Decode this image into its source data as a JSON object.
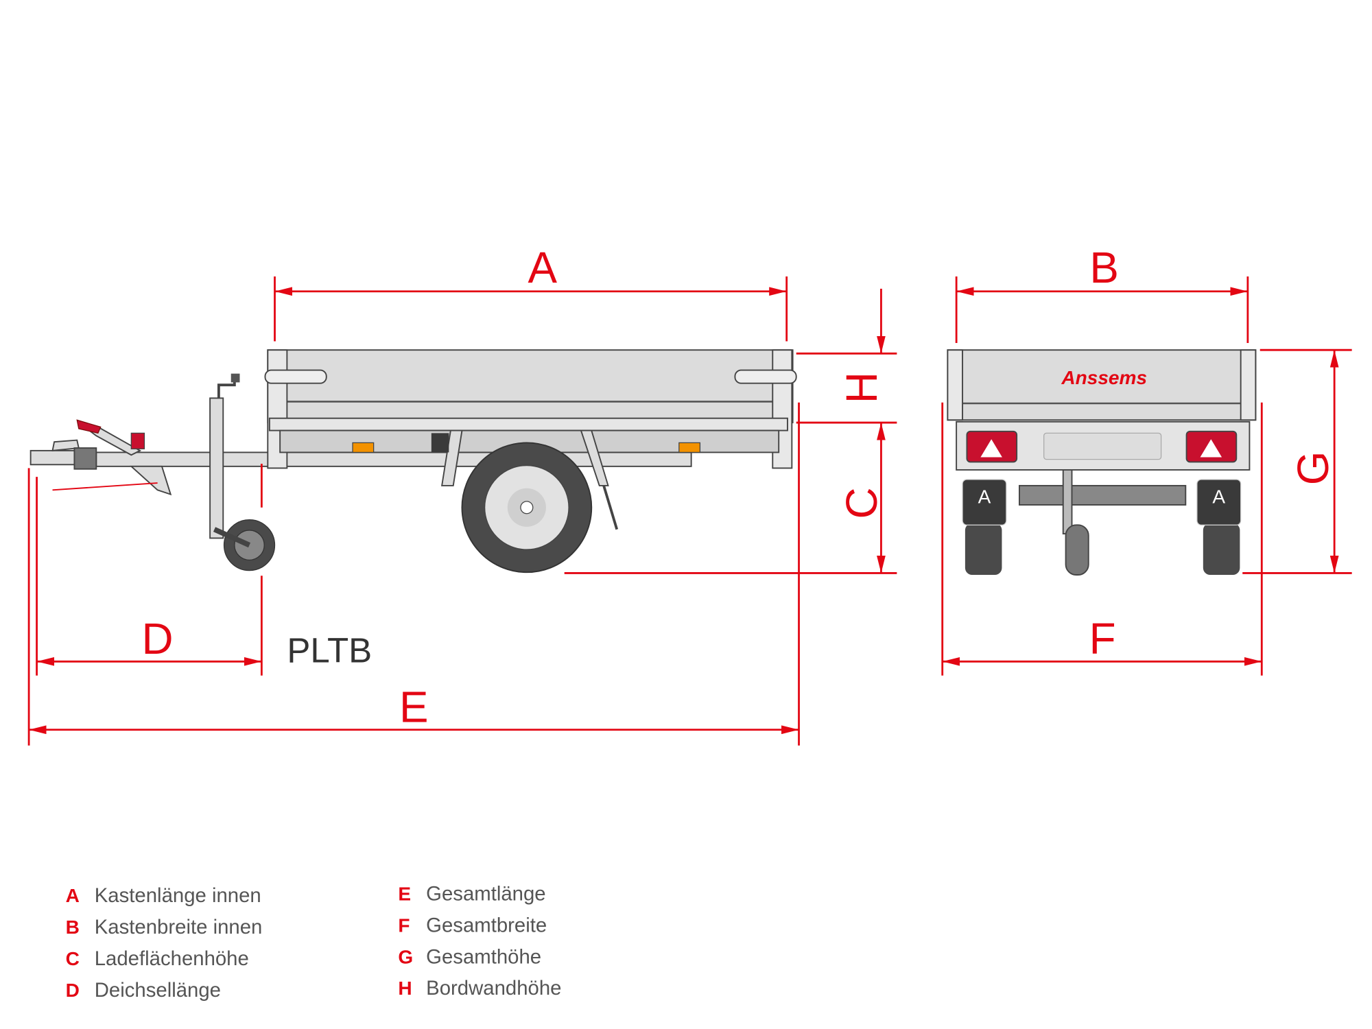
{
  "model": "PLTB",
  "brand_logo": "Anssems",
  "dimension_labels": {
    "A": "A",
    "B": "B",
    "C": "C",
    "D": "D",
    "E": "E",
    "F": "F",
    "G": "G",
    "H": "H"
  },
  "legend": [
    {
      "key": "A",
      "text": "Kastenlänge innen"
    },
    {
      "key": "B",
      "text": "Kastenbreite innen"
    },
    {
      "key": "C",
      "text": "Ladeflächenhöhe"
    },
    {
      "key": "D",
      "text": "Deichsellänge"
    },
    {
      "key": "E",
      "text": "Gesamtlänge"
    },
    {
      "key": "F",
      "text": "Gesamtbreite"
    },
    {
      "key": "G",
      "text": "Gesamthöhe"
    },
    {
      "key": "H",
      "text": "Bordwandhöhe"
    }
  ],
  "colors": {
    "dimension": "#e30613",
    "body": "#dcdcdc",
    "tire": "#4a4a4a",
    "reflector": "#f39200"
  }
}
